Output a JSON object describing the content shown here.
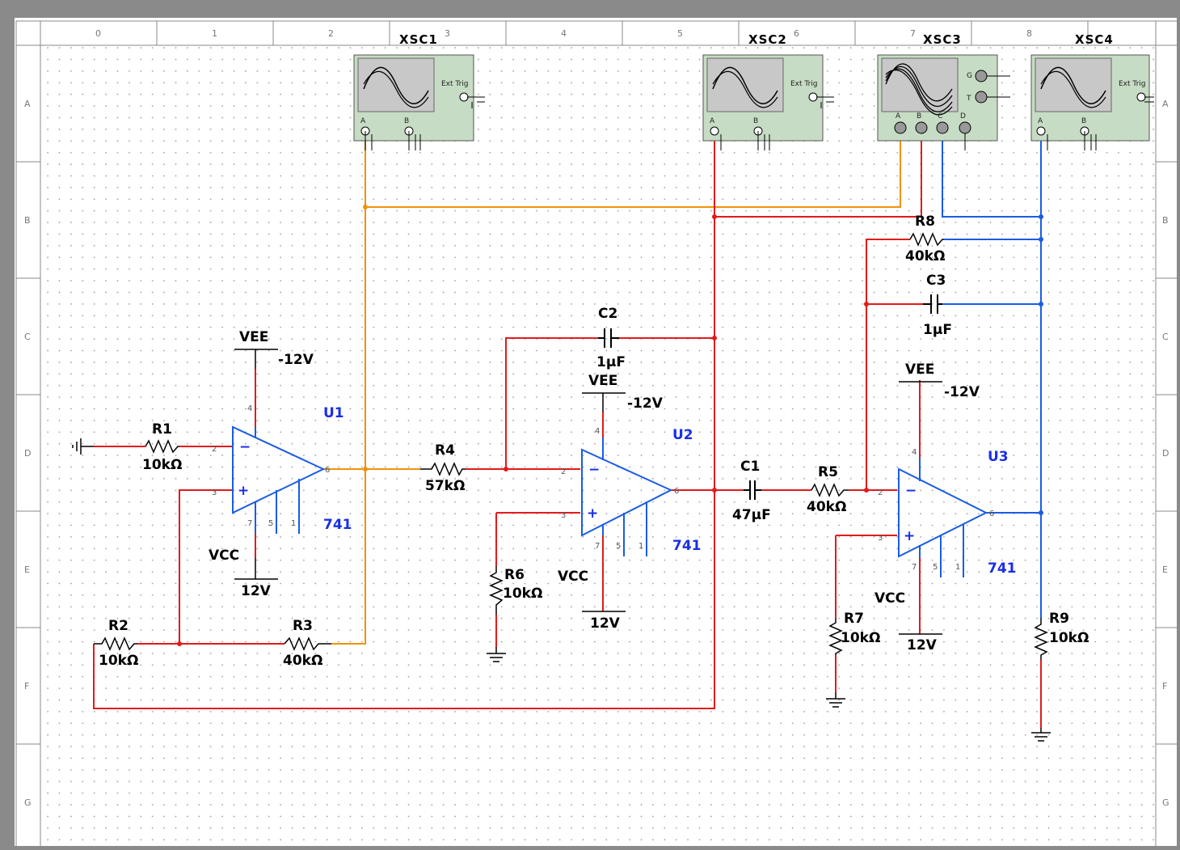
{
  "ruler": {
    "columns": [
      "0",
      "1",
      "2",
      "3",
      "4",
      "5",
      "6",
      "7",
      "8"
    ],
    "rows": [
      "A",
      "B",
      "C",
      "D",
      "E",
      "F",
      "G"
    ]
  },
  "scopes": {
    "xsc1": {
      "name": "XSC1",
      "ext_trig": "Ext Trig",
      "ch_a": "A",
      "ch_b": "B"
    },
    "xsc2": {
      "name": "XSC2",
      "ext_trig": "Ext Trig",
      "ch_a": "A",
      "ch_b": "B"
    },
    "xsc3": {
      "name": "XSC3",
      "channels": [
        "A",
        "B",
        "C",
        "D"
      ],
      "g": "G",
      "t": "T"
    },
    "xsc4": {
      "name": "XSC4",
      "ext_trig": "Ext Trig",
      "ch_a": "A",
      "ch_b": "B"
    }
  },
  "opamps": {
    "u1": {
      "ref": "U1",
      "part": "741",
      "vee": "VEE",
      "vee_val": "-12V",
      "vcc": "VCC",
      "vcc_val": "12V"
    },
    "u2": {
      "ref": "U2",
      "part": "741",
      "vee": "VEE",
      "vee_val": "-12V",
      "vcc": "VCC",
      "vcc_val": "12V"
    },
    "u3": {
      "ref": "U3",
      "part": "741",
      "vee": "VEE",
      "vee_val": "-12V",
      "vcc": "VCC",
      "vcc_val": "12V"
    }
  },
  "pins": {
    "p2": "2",
    "p3": "3",
    "p4": "4",
    "p5": "5",
    "p6": "6",
    "p7": "7",
    "p1": "1",
    "minus": "−",
    "plus": "+"
  },
  "resistors": {
    "r1": {
      "ref": "R1",
      "value": "10kΩ"
    },
    "r2": {
      "ref": "R2",
      "value": "10kΩ"
    },
    "r3": {
      "ref": "R3",
      "value": "40kΩ"
    },
    "r4": {
      "ref": "R4",
      "value": "57kΩ"
    },
    "r5": {
      "ref": "R5",
      "value": "40kΩ"
    },
    "r6": {
      "ref": "R6",
      "value": "10kΩ"
    },
    "r7": {
      "ref": "R7",
      "value": "10kΩ"
    },
    "r8": {
      "ref": "R8",
      "value": "40kΩ"
    },
    "r9": {
      "ref": "R9",
      "value": "10kΩ"
    }
  },
  "capacitors": {
    "c1": {
      "ref": "C1",
      "value": "47µF"
    },
    "c2": {
      "ref": "C2",
      "value": "1µF"
    },
    "c3": {
      "ref": "C3",
      "value": "1µF"
    }
  },
  "colors": {
    "wire_red": "#e41a1a",
    "wire_orange": "#f0920a",
    "wire_blue": "#1a5ce6",
    "sheet": "#ffffff",
    "scope_body": "#c6dcc4",
    "scope_screen": "#c8c8c8",
    "label_blue": "#1a2ee8"
  }
}
